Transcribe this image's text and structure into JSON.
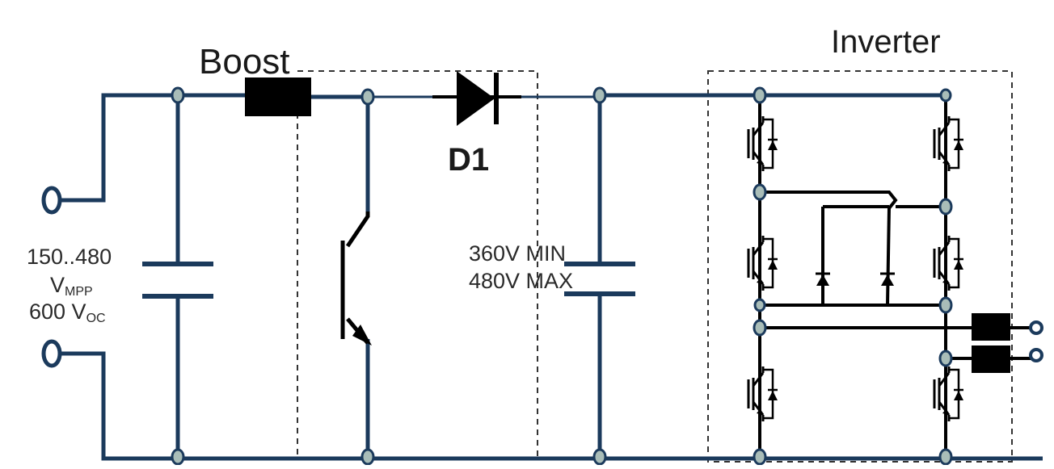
{
  "diagram": {
    "labels": {
      "boost": "Boost",
      "inverter": "Inverter",
      "diode": "D1",
      "input_range": "150..480",
      "vmpp_main": "V",
      "vmpp_sub": "MPP",
      "voc_main": "600 V",
      "voc_sub": "OC",
      "dc_link_min": "360V MIN",
      "dc_link_max": "480V MAX"
    },
    "colors": {
      "wire": "#1b3a5c",
      "component": "#000000",
      "node": "#a9bdb8",
      "dashed_box": "#333333"
    }
  }
}
